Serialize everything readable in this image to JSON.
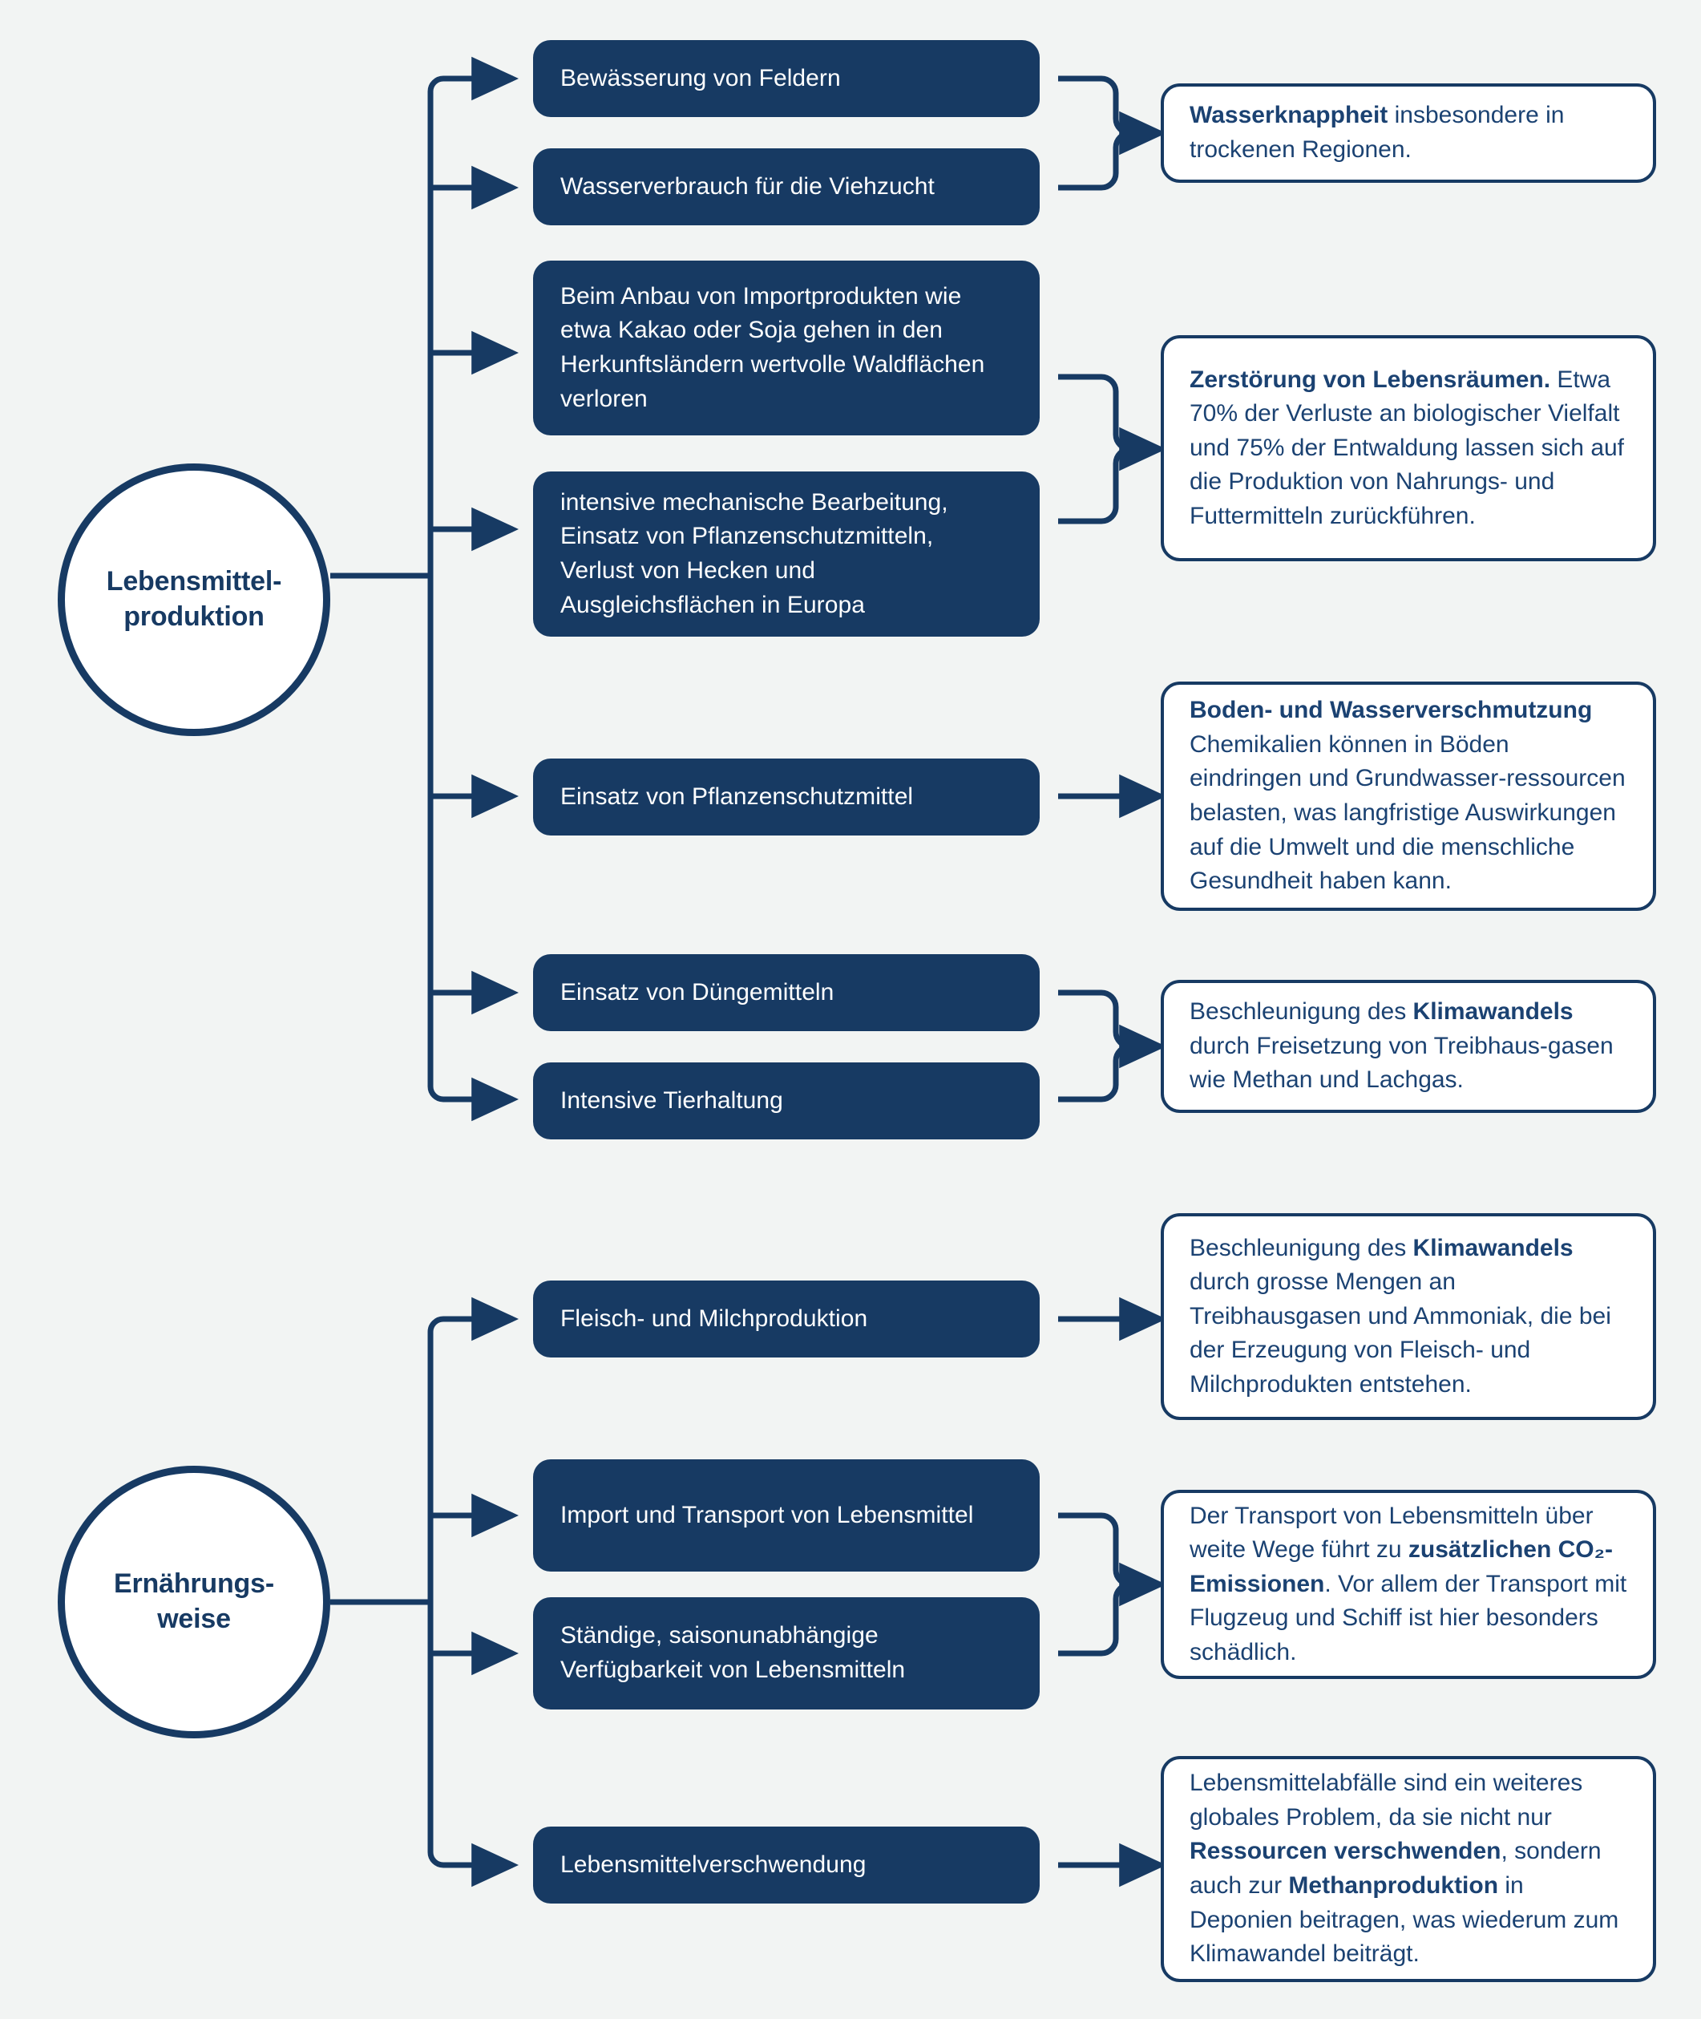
{
  "theme": {
    "background": "#f2f4f3",
    "navy": "#173a63",
    "card_text": "#1b4272",
    "box_text": "#ffffff"
  },
  "diagram": {
    "title_hidden": true,
    "sections": [
      {
        "id": "lebensmittelproduktion",
        "hub_label_line1": "Lebensmittel-",
        "hub_label_line2": "produktion",
        "causes": [
          {
            "id": "bewaesserung",
            "label": "Bewässerung von Feldern"
          },
          {
            "id": "wasserverbrauch",
            "label": "Wasserverbrauch für die Viehzucht"
          },
          {
            "id": "importprodukte",
            "label": "Beim Anbau von Importprodukten wie etwa Kakao oder Soja gehen in den Herkunftsländern wertvolle Waldflächen verloren"
          },
          {
            "id": "mechanische-bearbeitung",
            "label": "intensive mechanische Bearbeitung, Einsatz von Pflanzenschutzmitteln, Verlust von Hecken und Ausgleichsflächen in Europa"
          },
          {
            "id": "pflanzenschutzmittel",
            "label": "Einsatz von Pflanzenschutzmittel"
          },
          {
            "id": "duengemittel",
            "label": "Einsatz von Düngemitteln"
          },
          {
            "id": "tierhaltung",
            "label": "Intensive Tierhaltung"
          }
        ],
        "effects": [
          {
            "id": "wasserknappheit",
            "bold_lead": "Wasserknappheit",
            "rest": " insbesondere in trockenen Regionen."
          },
          {
            "id": "zerstoerung-lebensraeume",
            "bold_lead": "Zerstörung von Lebensräumen.",
            "rest": " Etwa 70% der Verluste an biologischer Vielfalt und 75% der Entwaldung lassen sich auf die Produktion von Nahrungs- und Futtermitteln zurückführen."
          },
          {
            "id": "boden-wasserverschmutzung",
            "bold_lead": "Boden- und Wasserverschmutzung",
            "rest": " Chemikalien können in Böden eindringen und Grundwasser-ressourcen belasten, was langfristige Auswirkungen auf die Umwelt und die menschliche Gesundheit haben kann."
          },
          {
            "id": "klimawandel-duenger",
            "pre": "Beschleunigung des ",
            "bold": "Klimawandels",
            "post": " durch Freisetzung von Treibhaus-gasen wie Methan und Lachgas."
          }
        ]
      },
      {
        "id": "ernaehrungsweise",
        "hub_label_line1": "Ernährungs-",
        "hub_label_line2": "weise",
        "causes": [
          {
            "id": "fleisch-milch",
            "label": "Fleisch- und Milchproduktion"
          },
          {
            "id": "import-transport",
            "label": "Import und Transport von Lebensmittel"
          },
          {
            "id": "saisonunabhaengig",
            "label": "Ständige, saisonunabhängige Verfügbarkeit von Lebensmitteln"
          },
          {
            "id": "verschwendung",
            "label": "Lebensmittelverschwendung"
          }
        ],
        "effects": [
          {
            "id": "klimawandel-fleisch",
            "pre": "Beschleunigung des ",
            "bold": "Klimawandels",
            "post": " durch grosse Mengen an Treibhausgasen und Ammoniak, die bei der Erzeugung von Fleisch- und Milchprodukten entstehen."
          },
          {
            "id": "co2-emissionen",
            "pre": "Der Transport von Lebensmitteln über weite Wege führt zu ",
            "bold": "zusätzlichen CO₂-Emissionen",
            "post": ". Vor allem der Transport mit Flugzeug und Schiff ist hier besonders schädlich."
          },
          {
            "id": "lebensmittelabfaelle",
            "pre": "Lebensmittelabfälle sind ein weiteres globales Problem, da sie nicht nur ",
            "bold": "Ressourcen verschwenden",
            "mid": ", sondern auch zur ",
            "bold2": "Methanproduktion",
            "post": " in Deponien beitragen, was wiederum zum Klimawandel beiträgt."
          }
        ]
      }
    ]
  }
}
